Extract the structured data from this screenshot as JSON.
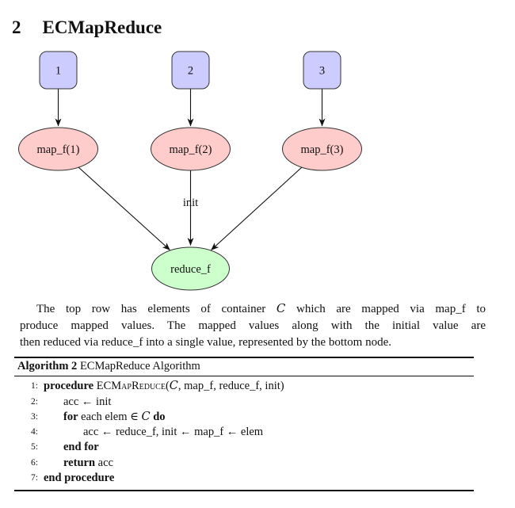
{
  "heading": {
    "number": "2",
    "title": "ECMapReduce"
  },
  "diagram": {
    "colors": {
      "box_fill": "#ccccff",
      "map_fill": "#ffcccc",
      "reduce_fill": "#ccffcc"
    },
    "boxes": [
      {
        "label": "1"
      },
      {
        "label": "2"
      },
      {
        "label": "3"
      }
    ],
    "maps": [
      {
        "label": "map_f(1)"
      },
      {
        "label": "map_f(2)"
      },
      {
        "label": "map_f(3)"
      }
    ],
    "reduce": {
      "label": "reduce_f"
    },
    "edge_label": "init"
  },
  "paragraph": {
    "l1a": "The top row has elements of container ",
    "l1c": "C",
    "l1b": " which are mapped via map_f to",
    "l2": "produce mapped values. The mapped values along with the initial value are",
    "l3": "then reduced via reduce_f into a single value, represented by the bottom node."
  },
  "algorithm": {
    "header": {
      "bold": "Algorithm 2",
      "rest": " ECMapReduce Algorithm"
    },
    "lines": [
      {
        "num": "1:",
        "seg": {
          "kw": "procedure ",
          "name": "ECMapReduce",
          "open": "(",
          "cal": "C",
          "rest": ", map_f, reduce_f, init)"
        }
      },
      {
        "num": "2:",
        "seg": {
          "text": "acc ← init"
        }
      },
      {
        "num": "3:",
        "seg": {
          "kw": "for",
          "mid": " each elem ∈ ",
          "cal": "C",
          "kw2": " do"
        }
      },
      {
        "num": "4:",
        "seg": {
          "text": "acc ← reduce_f, init ← map_f ← elem"
        }
      },
      {
        "num": "5:",
        "seg": {
          "kw": "end for"
        }
      },
      {
        "num": "6:",
        "seg": {
          "kw": "return",
          "rest": " acc"
        }
      },
      {
        "num": "7:",
        "seg": {
          "kw": "end procedure"
        }
      }
    ]
  }
}
